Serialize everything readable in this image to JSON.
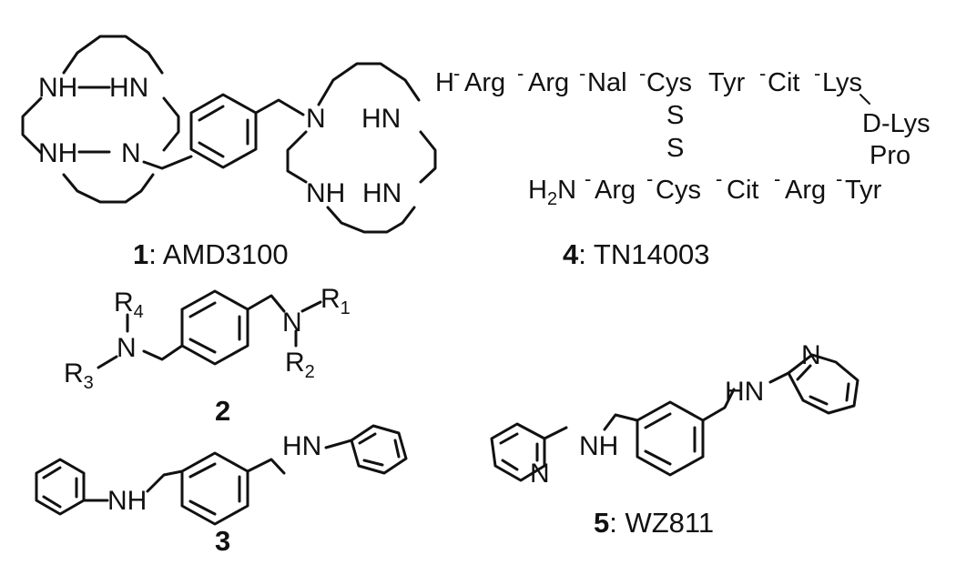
{
  "atoms": {
    "NH": "NH",
    "HN": "HN",
    "N": "N",
    "R": "R",
    "H": "H"
  },
  "substituents": {
    "r1": "1",
    "r2": "2",
    "r3": "3",
    "r4": "4"
  },
  "compounds": [
    {
      "number": "1",
      "name": ": AMD3100"
    },
    {
      "number": "2",
      "name": ""
    },
    {
      "number": "3",
      "name": ""
    },
    {
      "number": "4",
      "name": ": TN14003"
    },
    {
      "number": "5",
      "name": ": WZ811"
    }
  ],
  "peptide": {
    "top_row": [
      "H",
      "Arg",
      "Arg",
      "Nal",
      "Cys",
      "Tyr",
      "Cit",
      "Lys"
    ],
    "right_side": [
      "D-Lys",
      "Pro"
    ],
    "disulfide": [
      "S",
      "S"
    ],
    "bottom_row": [
      "H2N",
      "Arg",
      "Cys",
      "Cit",
      "Arg",
      "Tyr"
    ],
    "h2n_h": "H",
    "h2n_sub": "2",
    "h2n_n": "N"
  }
}
